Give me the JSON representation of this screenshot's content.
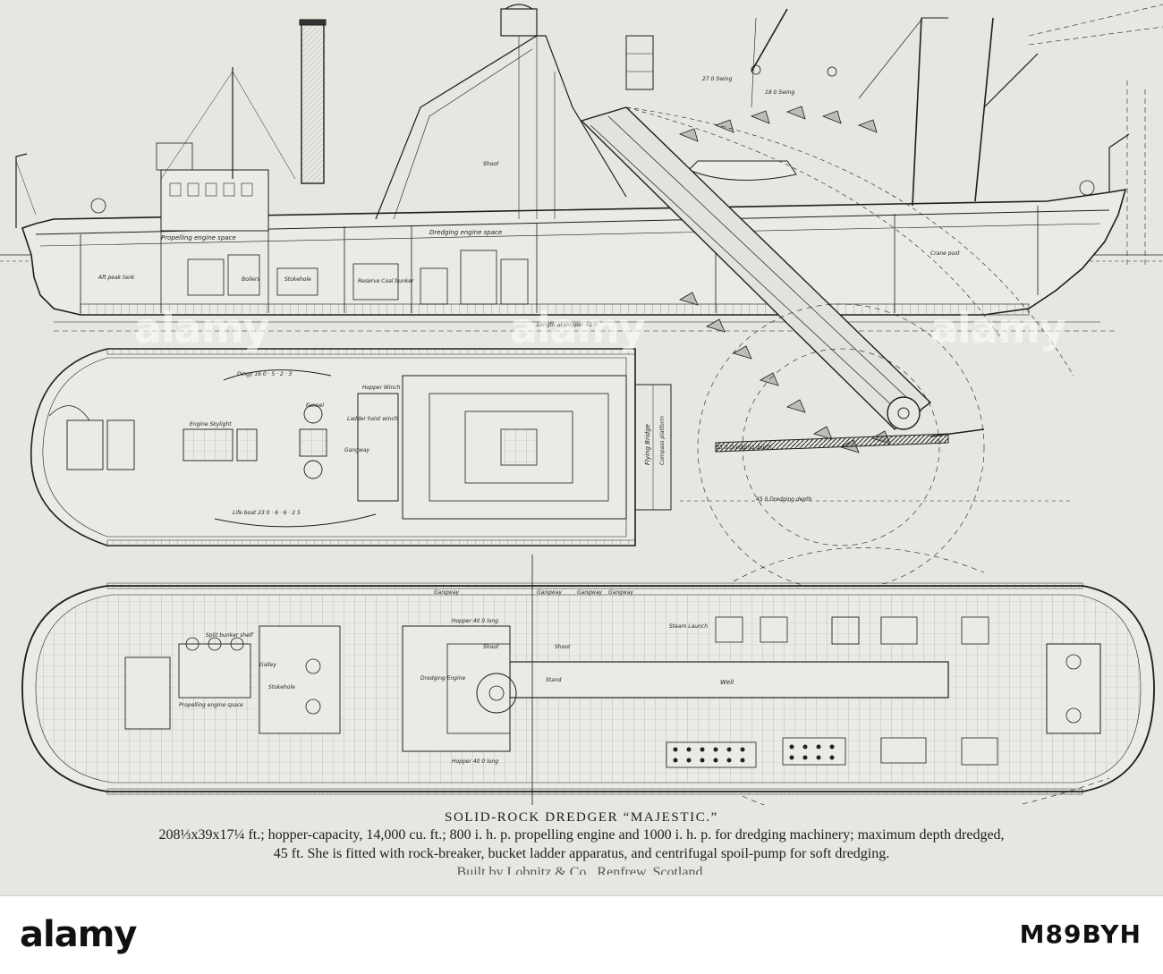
{
  "caption": {
    "title": "SOLID-ROCK DREDGER “MAJESTIC.”",
    "line1": "208⅓x39x17¼ ft.; hopper-capacity, 14,000 cu. ft.; 800 i. h. p. propelling engine and 1000 i. h. p. for dredging machinery; maximum depth dredged,",
    "line2": "45 ft.  She is fitted with rock-breaker, bucket ladder apparatus, and centrifugal spoil-pump for soft dredging.",
    "line3": "Built by Lobnitz & Co., Renfrew, Scotland."
  },
  "footer": {
    "logo": "alamy",
    "image_id": "M89BYH"
  },
  "watermark": "alamy",
  "labels": {
    "propelling_engine_space": "Propelling engine space",
    "dredging_engine_space": "Dredging engine space",
    "boilers": "Boilers",
    "stokehole": "Stokehole",
    "coal_bunker": "Reserve Coal bunker",
    "aft_peak": "Aft peak tank",
    "shoot": "Shoot",
    "crane_post": "Crane post",
    "length_hopper": "Length of Hopper 48 0",
    "dredging_depth_35": "35 0 Dredging depth",
    "dredging_depth_45": "45 0 Dredging depth",
    "swing_270": "27 0 Swing",
    "swing_180": "18 0 Swing",
    "dingy": "Dingy 16 0 · 5 · 2 · 3",
    "life_boat": "Life boat 23 0 · 6 · 6 · 2 5",
    "engine_skylight": "Engine Skylight",
    "funnel": "Funnel",
    "gangway": "Gangway",
    "hopper_winch": "Hopper Winch",
    "ladder_hoist_winch": "Ladder hoist winch",
    "flying_bridge": "Flying Bridge",
    "compass_platform": "Compass platform",
    "gangway_a": "Gangway",
    "gangway_b": "Gangway",
    "gangway_c": "Gangway",
    "gangway_d": "Gangway",
    "hopper_40_long_top": "Hopper 40 0 long",
    "hopper_40_long_bottom": "Hopper 40 0 long",
    "split_bunker": "Split bunker shelf",
    "propelling_engine_space_plan": "Propelling engine space",
    "stokehole_plan": "Stokehole",
    "galley": "Galley",
    "well": "Well",
    "dredging_engine": "Dredging Engine",
    "shoot_plan_1": "Shoot",
    "shoot_plan_2": "Shoot",
    "steam_launch": "Steam Launch",
    "stand": "Stand"
  }
}
